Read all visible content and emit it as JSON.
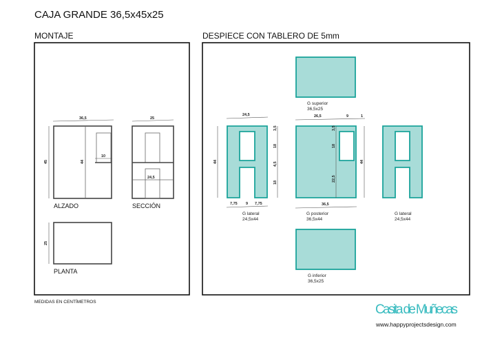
{
  "title": "CAJA GRANDE 36,5x45x25",
  "montaje": {
    "heading": "MONTAJE",
    "alzado": {
      "label": "ALZADO",
      "width": "36,5",
      "height": "45",
      "inner_height": "44",
      "window": "10"
    },
    "seccion": {
      "label": "SECCIÓN",
      "depth": "25",
      "inner": "24,5"
    },
    "planta": {
      "label": "PLANTA",
      "depth": "25"
    },
    "note": "MEDIDAS EN CENTÍMETROS"
  },
  "despiece": {
    "heading": "DESPIECE CON TABLERO DE 5mm",
    "superior": {
      "name": "G superior",
      "size": "36,5x25"
    },
    "lateral_left": {
      "name": "G lateral",
      "size": "24,5x44",
      "width": "24,5",
      "height": "44",
      "top": "3,5",
      "window": "18",
      "mid": "4,5",
      "notch": "18",
      "b1": "7,75",
      "b2": "9",
      "b3": "7,75"
    },
    "posterior": {
      "name": "G posterior",
      "size": "36,5x44",
      "d1": "26,5",
      "d2": "9",
      "d3": "1",
      "top": "3,5",
      "window": "18",
      "lower": "22,5",
      "width": "36,5",
      "height": "44"
    },
    "lateral_right": {
      "name": "G lateral",
      "size": "24,5x44"
    },
    "inferior": {
      "name": "G inferior",
      "size": "36,5x25"
    }
  },
  "brand": {
    "name": "Casita de Muñecas",
    "url": "www.happyprojectsdesign.com"
  },
  "colors": {
    "piece_fill": "#a8dcd8",
    "piece_stroke": "#1aa39a",
    "brand": "#3bbcc0"
  }
}
